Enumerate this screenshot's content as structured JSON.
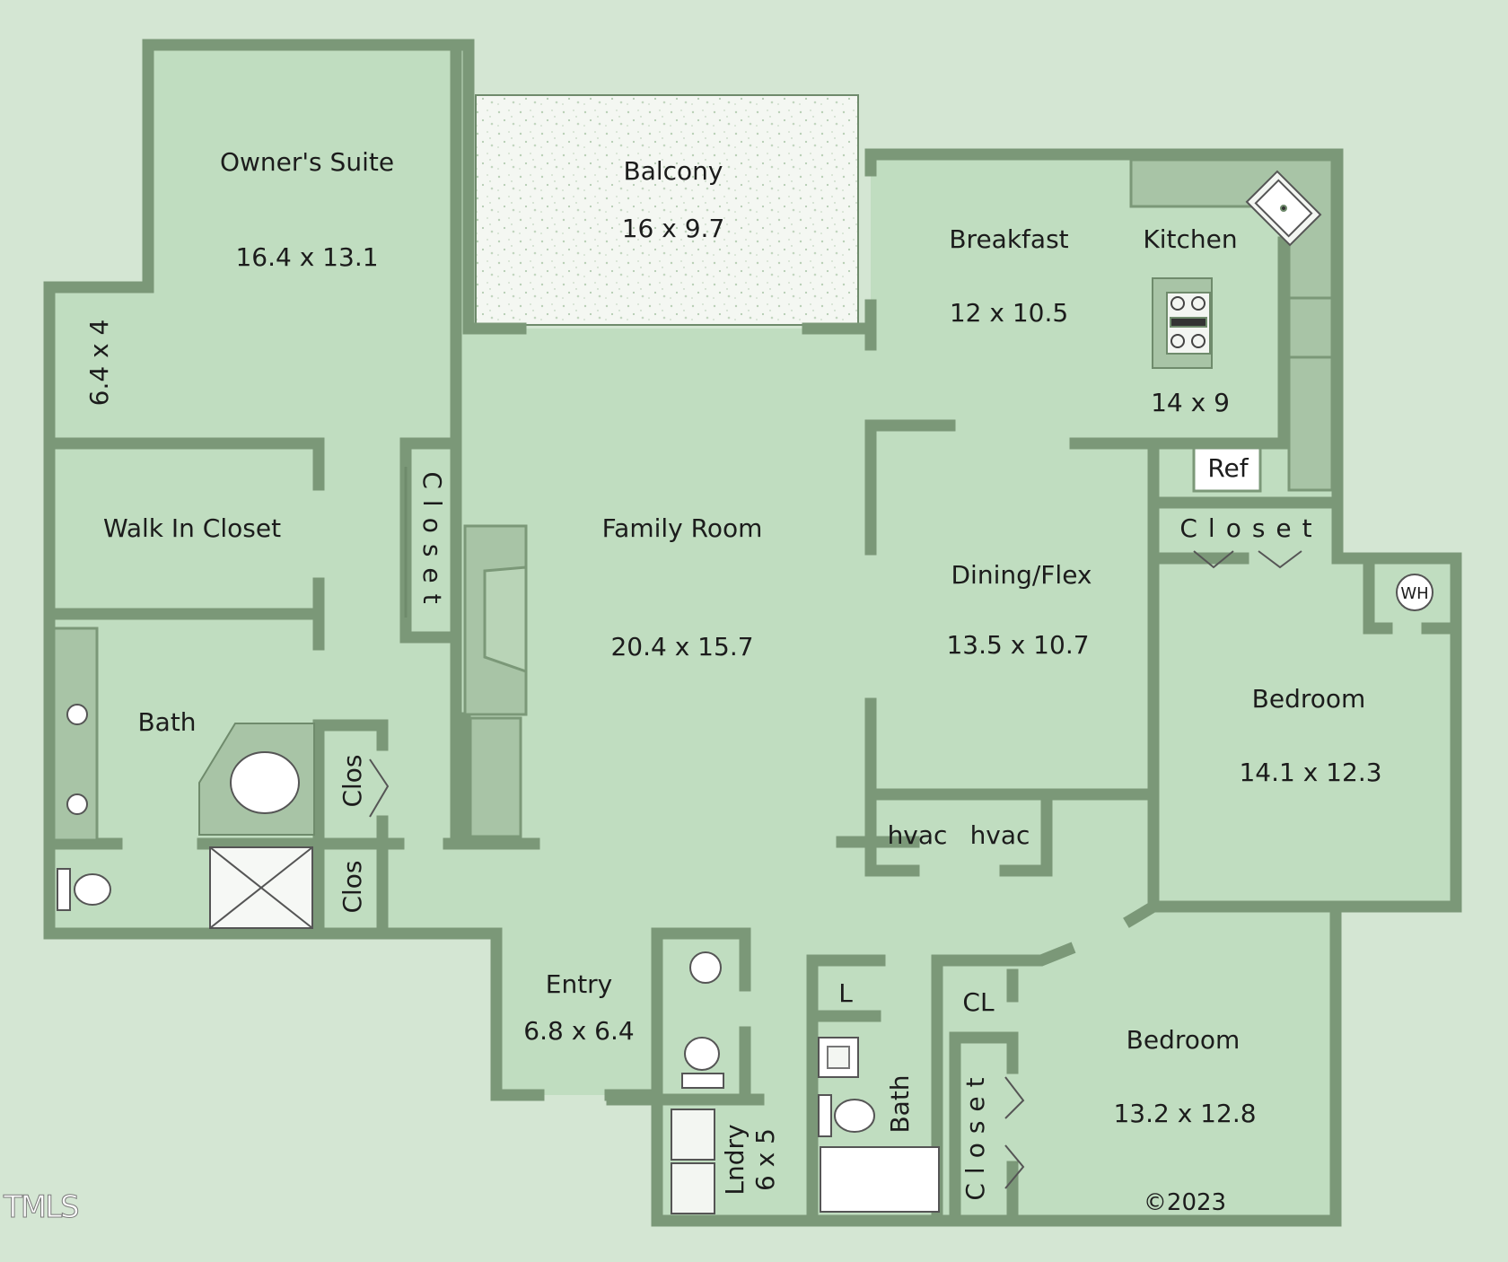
{
  "colors": {
    "background": "#d4e6d3",
    "floor": "#c0ddc0",
    "wall": "#7b9878",
    "fixture_dark": "#a8c4a6"
  },
  "watermark": "TMLS",
  "copyright": "©2023",
  "rooms": {
    "owners_suite": {
      "name": "Owner's Suite",
      "dims": "16.4 x 13.1"
    },
    "owners_nook": {
      "dims": "6.4 x 4"
    },
    "balcony": {
      "name": "Balcony",
      "dims": "16 x 9.7"
    },
    "breakfast": {
      "name": "Breakfast",
      "dims": "12 x 10.5"
    },
    "kitchen": {
      "name": "Kitchen",
      "dims": "14 x 9"
    },
    "refrigerator": {
      "name": "Ref"
    },
    "walk_in_closet": {
      "name": "Walk In Closet"
    },
    "owners_closet": {
      "name": "Closet"
    },
    "family_room": {
      "name": "Family Room",
      "dims": "20.4 x 15.7"
    },
    "dining_flex": {
      "name": "Dining/Flex",
      "dims": "13.5 x 10.7"
    },
    "bedroom2_closet": {
      "name": "Closet"
    },
    "water_heater": {
      "name": "WH"
    },
    "bedroom2": {
      "name": "Bedroom",
      "dims": "14.1 x 12.3"
    },
    "owners_bath": {
      "name": "Bath"
    },
    "clos1": {
      "name": "Clos"
    },
    "clos2": {
      "name": "Clos"
    },
    "hvac1": {
      "name": "hvac"
    },
    "hvac2": {
      "name": "hvac"
    },
    "entry": {
      "name": "Entry",
      "dims": "6.8 x 6.4"
    },
    "linen": {
      "name": "L"
    },
    "hall_bath": {
      "name": "Bath"
    },
    "laundry": {
      "name": "Lndry",
      "dims": "6 x 5"
    },
    "bedroom3_cl": {
      "name": "CL"
    },
    "bedroom3_closet": {
      "name": "Closet"
    },
    "bedroom3": {
      "name": "Bedroom",
      "dims": "13.2 x 12.8"
    }
  }
}
